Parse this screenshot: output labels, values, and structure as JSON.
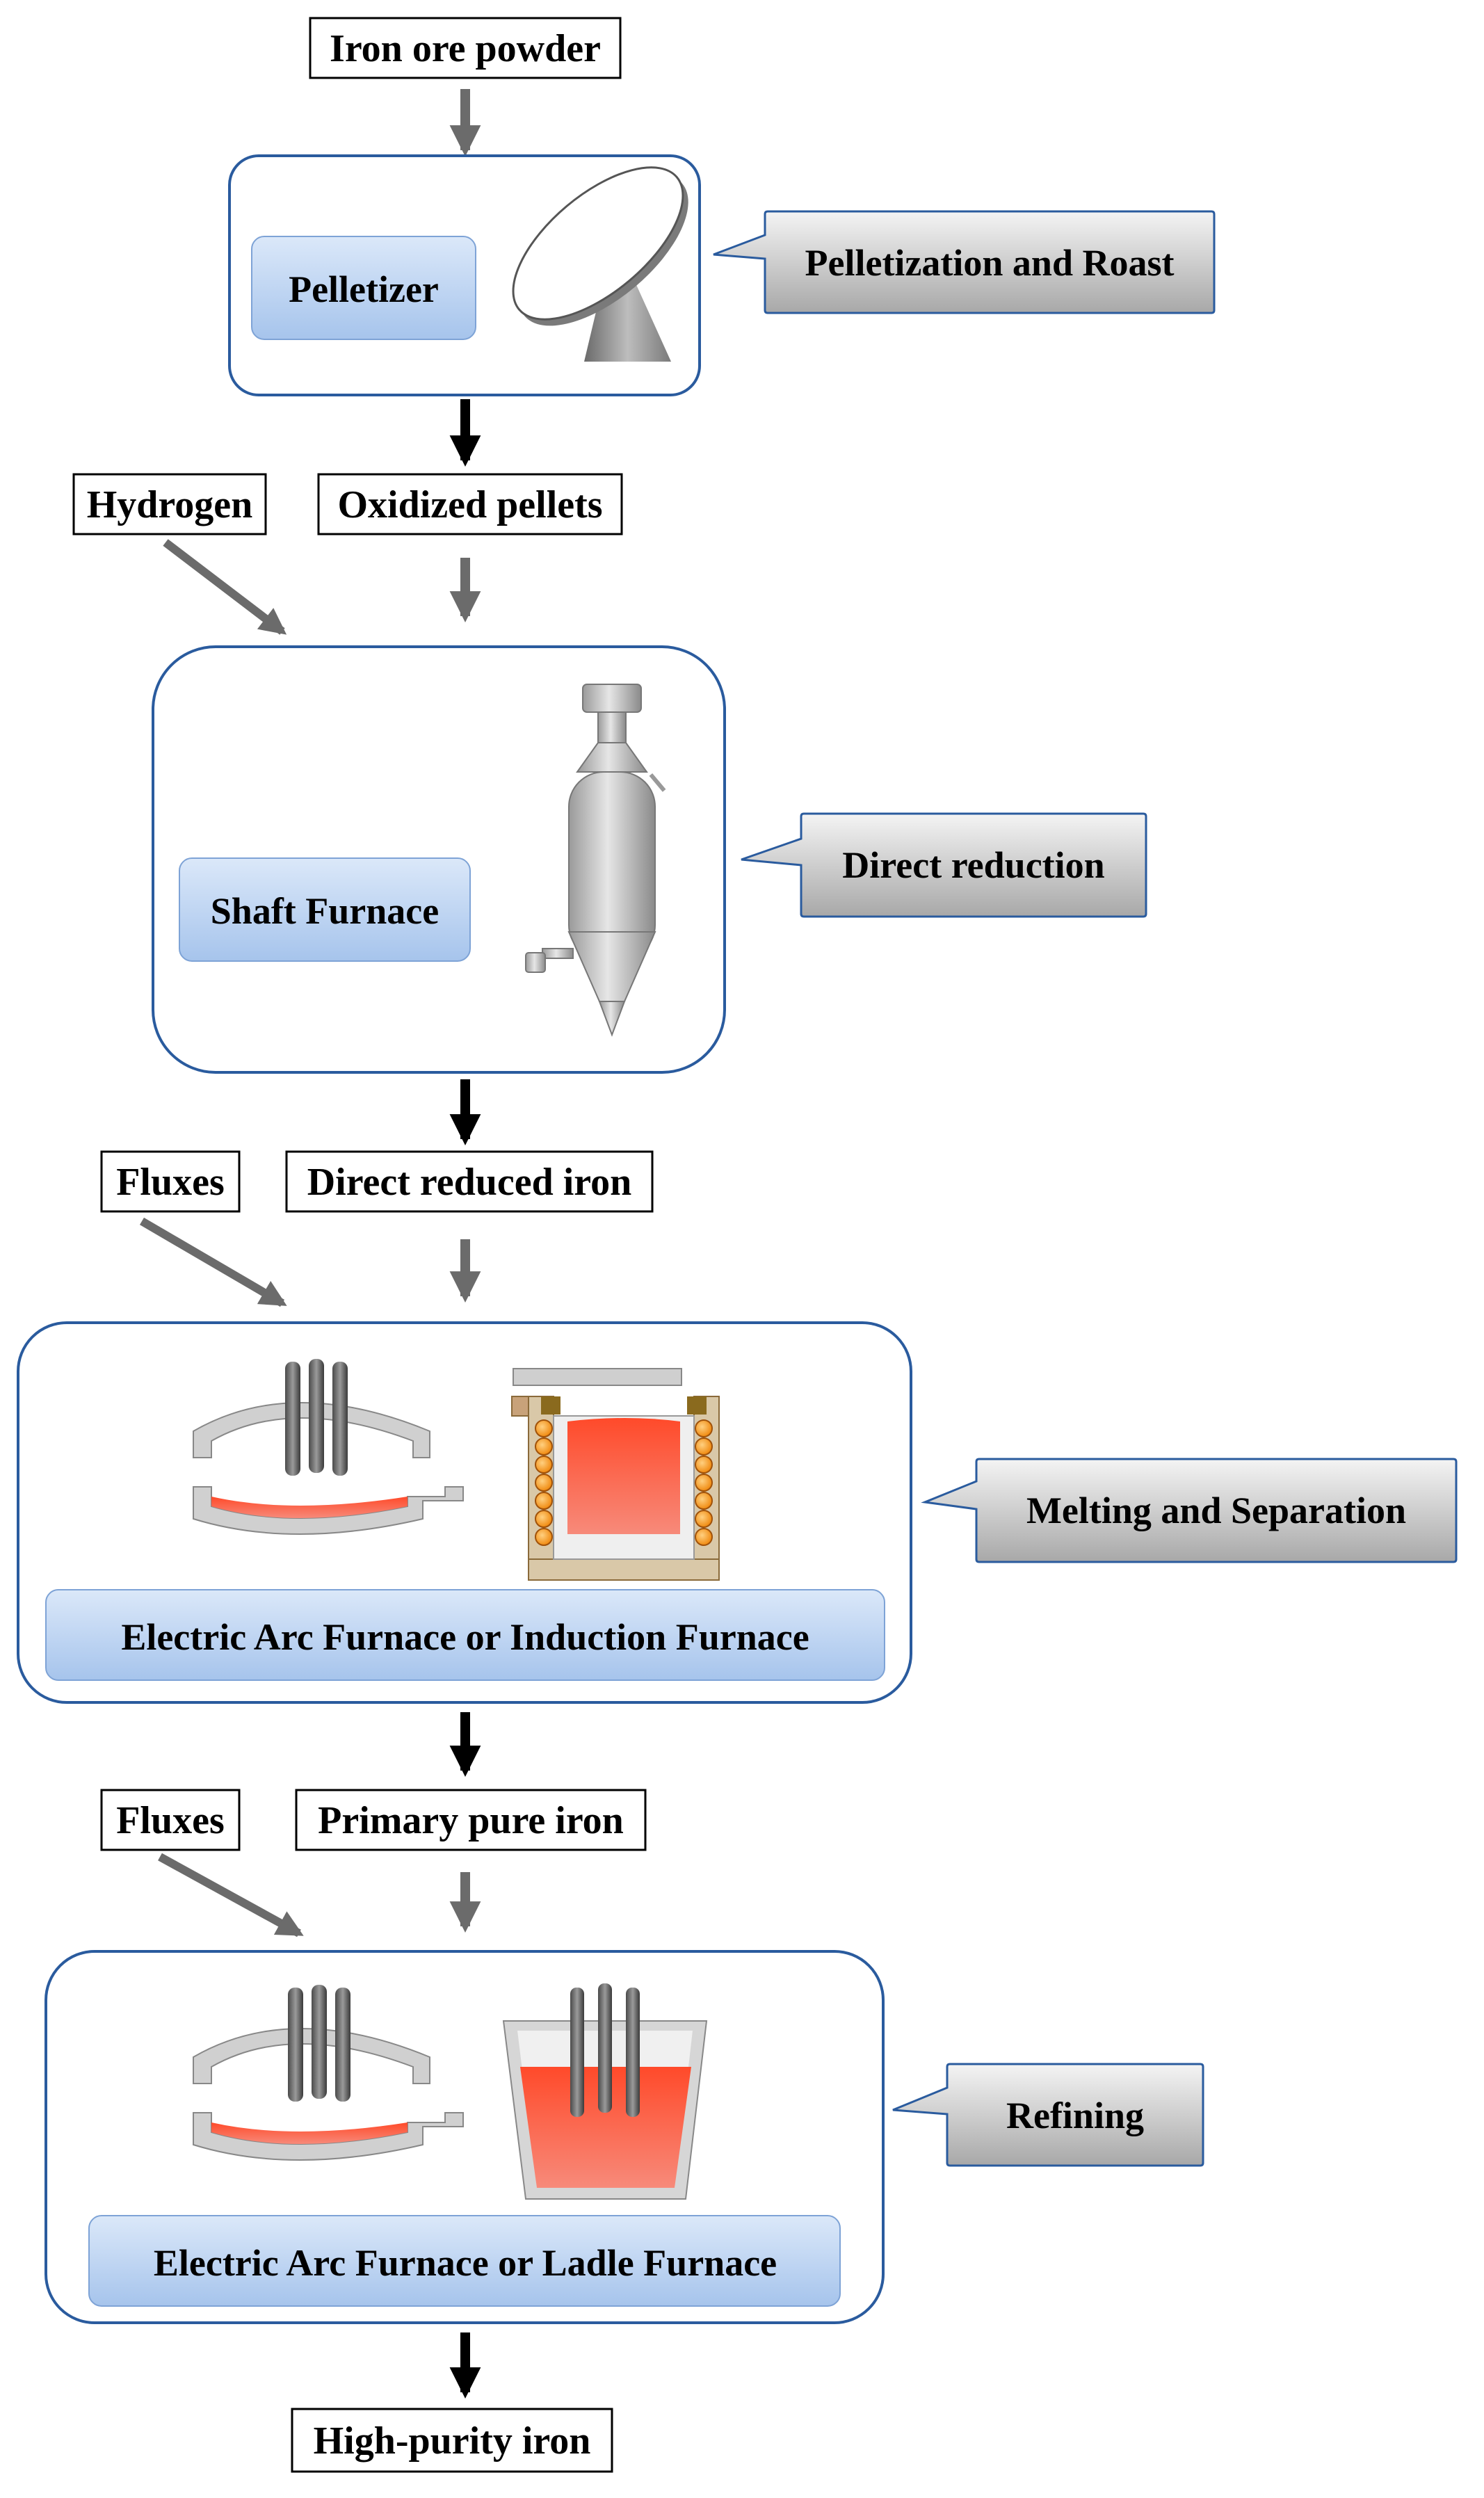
{
  "inputs": {
    "iron_ore_powder": "Iron ore powder",
    "hydrogen": "Hydrogen",
    "oxidized_pellets": "Oxidized pellets",
    "fluxes_1": "Fluxes",
    "direct_reduced_iron": "Direct reduced iron",
    "fluxes_2": "Fluxes",
    "primary_pure_iron": "Primary pure iron",
    "high_purity_iron": "High-purity iron"
  },
  "equipment": {
    "pelletizer": "Pelletizer",
    "shaft_furnace": "Shaft Furnace",
    "melting_furnace": "Electric Arc Furnace or Induction Furnace",
    "refining_furnace": "Electric Arc Furnace or Ladle Furnace"
  },
  "stages": {
    "pelletization": "Pelletization and Roast",
    "direct_reduction": "Direct reduction",
    "melting": "Melting and Separation",
    "refining": "Refining"
  },
  "colors": {
    "frame": "#2a5b9e",
    "button_top": "#d8e6f8",
    "button_bottom": "#a4c2ea",
    "callout_top": "#f2f2f2",
    "callout_bottom": "#a6a6a6",
    "melt": "#f2573a",
    "arrow_dark": "#000000",
    "arrow_grey": "#6b6b6b"
  }
}
